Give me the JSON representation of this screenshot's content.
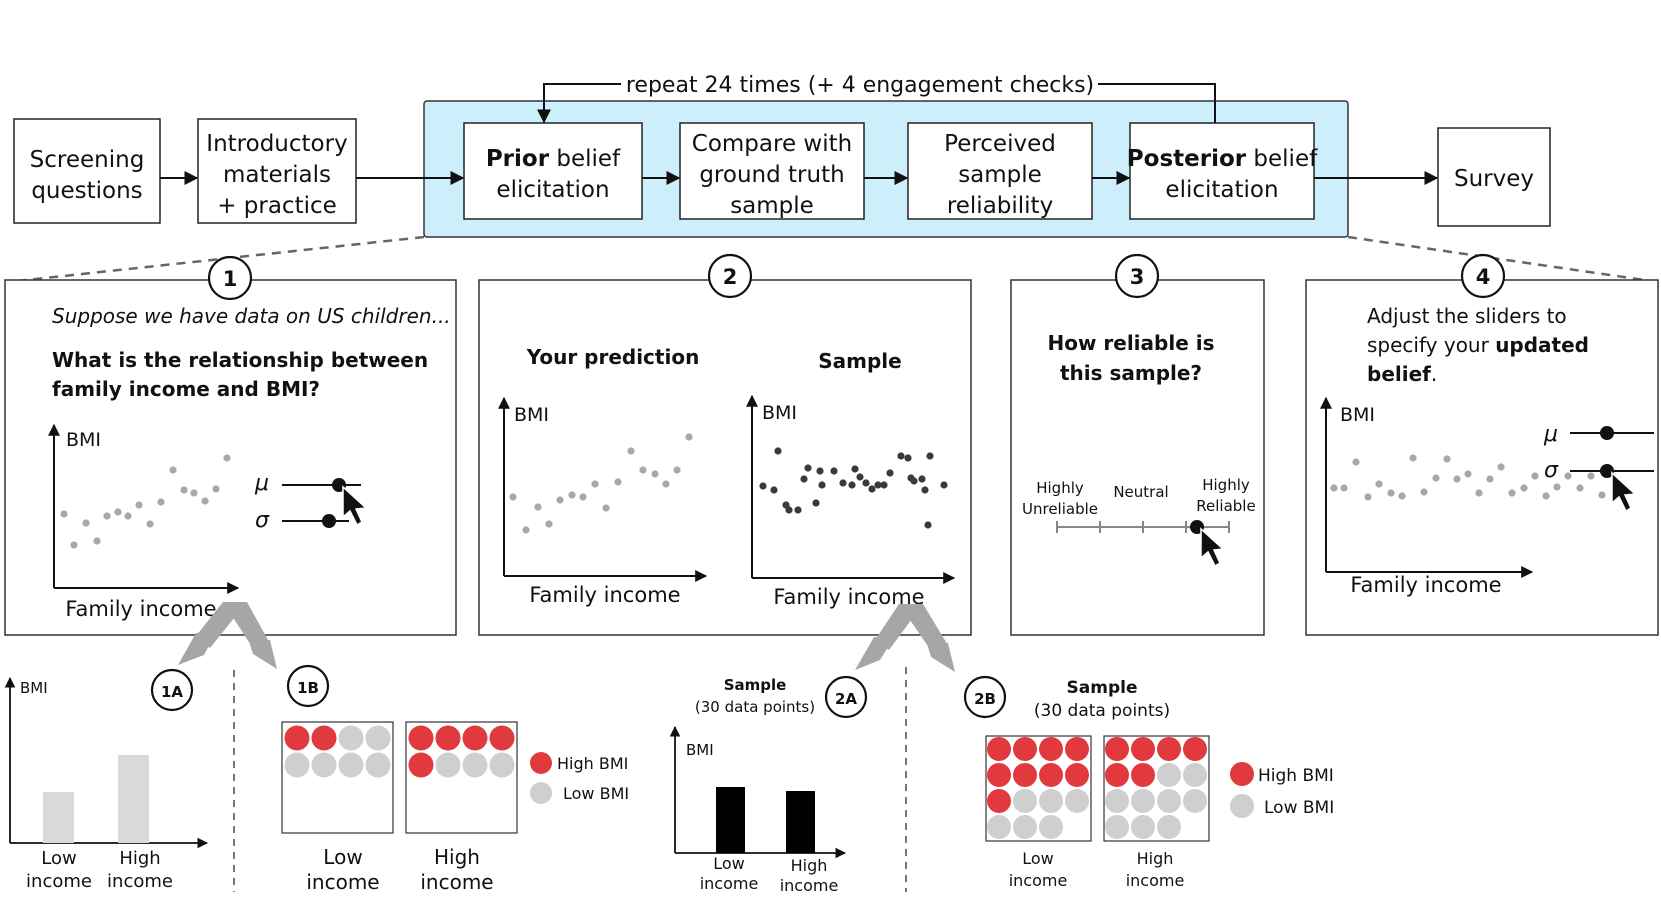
{
  "flow": {
    "screening": [
      "Screening",
      "questions"
    ],
    "intro": [
      "Introductory",
      "materials",
      "+ practice"
    ],
    "prior": {
      "bold": "Prior",
      "rest": " belief",
      "line2": "elicitation"
    },
    "compare": [
      "Compare with",
      "ground truth",
      "sample"
    ],
    "perceived": [
      "Perceived",
      "sample",
      "reliability"
    ],
    "posterior": {
      "bold": "Posterior",
      "rest": " belief",
      "line2": "elicitation"
    },
    "survey": "Survey",
    "repeat": "repeat 24 times (+ 4 engagement checks)"
  },
  "steps": {
    "s1": {
      "num": "1",
      "intro": "Suppose we have data on US children...",
      "question": [
        "What is the relationship between",
        "family income and BMI?"
      ],
      "ylabel": "BMI",
      "xlabel": "Family income",
      "mu": "μ",
      "sigma": "σ"
    },
    "s2": {
      "num": "2",
      "left_title": "Your prediction",
      "right_title": "Sample",
      "ylabel": "BMI",
      "xlabel": "Family income"
    },
    "s3": {
      "num": "3",
      "question": [
        "How reliable is",
        "this sample?"
      ],
      "scale": {
        "low": [
          "Highly",
          "Unreliable"
        ],
        "mid": "Neutral",
        "high": [
          "Highly",
          "Reliable"
        ]
      }
    },
    "s4": {
      "num": "4",
      "text": {
        "l1": "Adjust the sliders to",
        "l2a": "specify your ",
        "l2b": "updated",
        "l3": "belief",
        "l3end": "."
      },
      "ylabel": "BMI",
      "xlabel": "Family income",
      "mu": "μ",
      "sigma": "σ"
    }
  },
  "subs": {
    "a1": {
      "num": "1A",
      "ylabel": "BMI",
      "cats": [
        [
          "Low",
          "income"
        ],
        [
          "High",
          "income"
        ]
      ]
    },
    "b1": {
      "num": "1B",
      "cats": [
        [
          "Low",
          "income"
        ],
        [
          "High",
          "income"
        ]
      ],
      "legend": [
        "High BMI",
        "Low BMI"
      ]
    },
    "a2": {
      "num": "2A",
      "title": "Sample",
      "subtitle": "(30 data points)",
      "ylabel": "BMI",
      "cats": [
        [
          "Low",
          "income"
        ],
        [
          "High",
          "income"
        ]
      ]
    },
    "b2": {
      "num": "2B",
      "title": "Sample",
      "subtitle": "(30 data points)",
      "cats": [
        [
          "Low",
          "income"
        ],
        [
          "High",
          "income"
        ]
      ],
      "legend": [
        "High BMI",
        "Low BMI"
      ]
    }
  },
  "colors": {
    "highlight_bg": "#cdeefb",
    "high_bmi": "#e03a3e",
    "low_bmi": "#cfcfcf",
    "gray_point": "#a8a8a8",
    "dark_point": "#3a3a3a",
    "bar_light": "#d9d9d9",
    "bar_dark": "#000000"
  }
}
